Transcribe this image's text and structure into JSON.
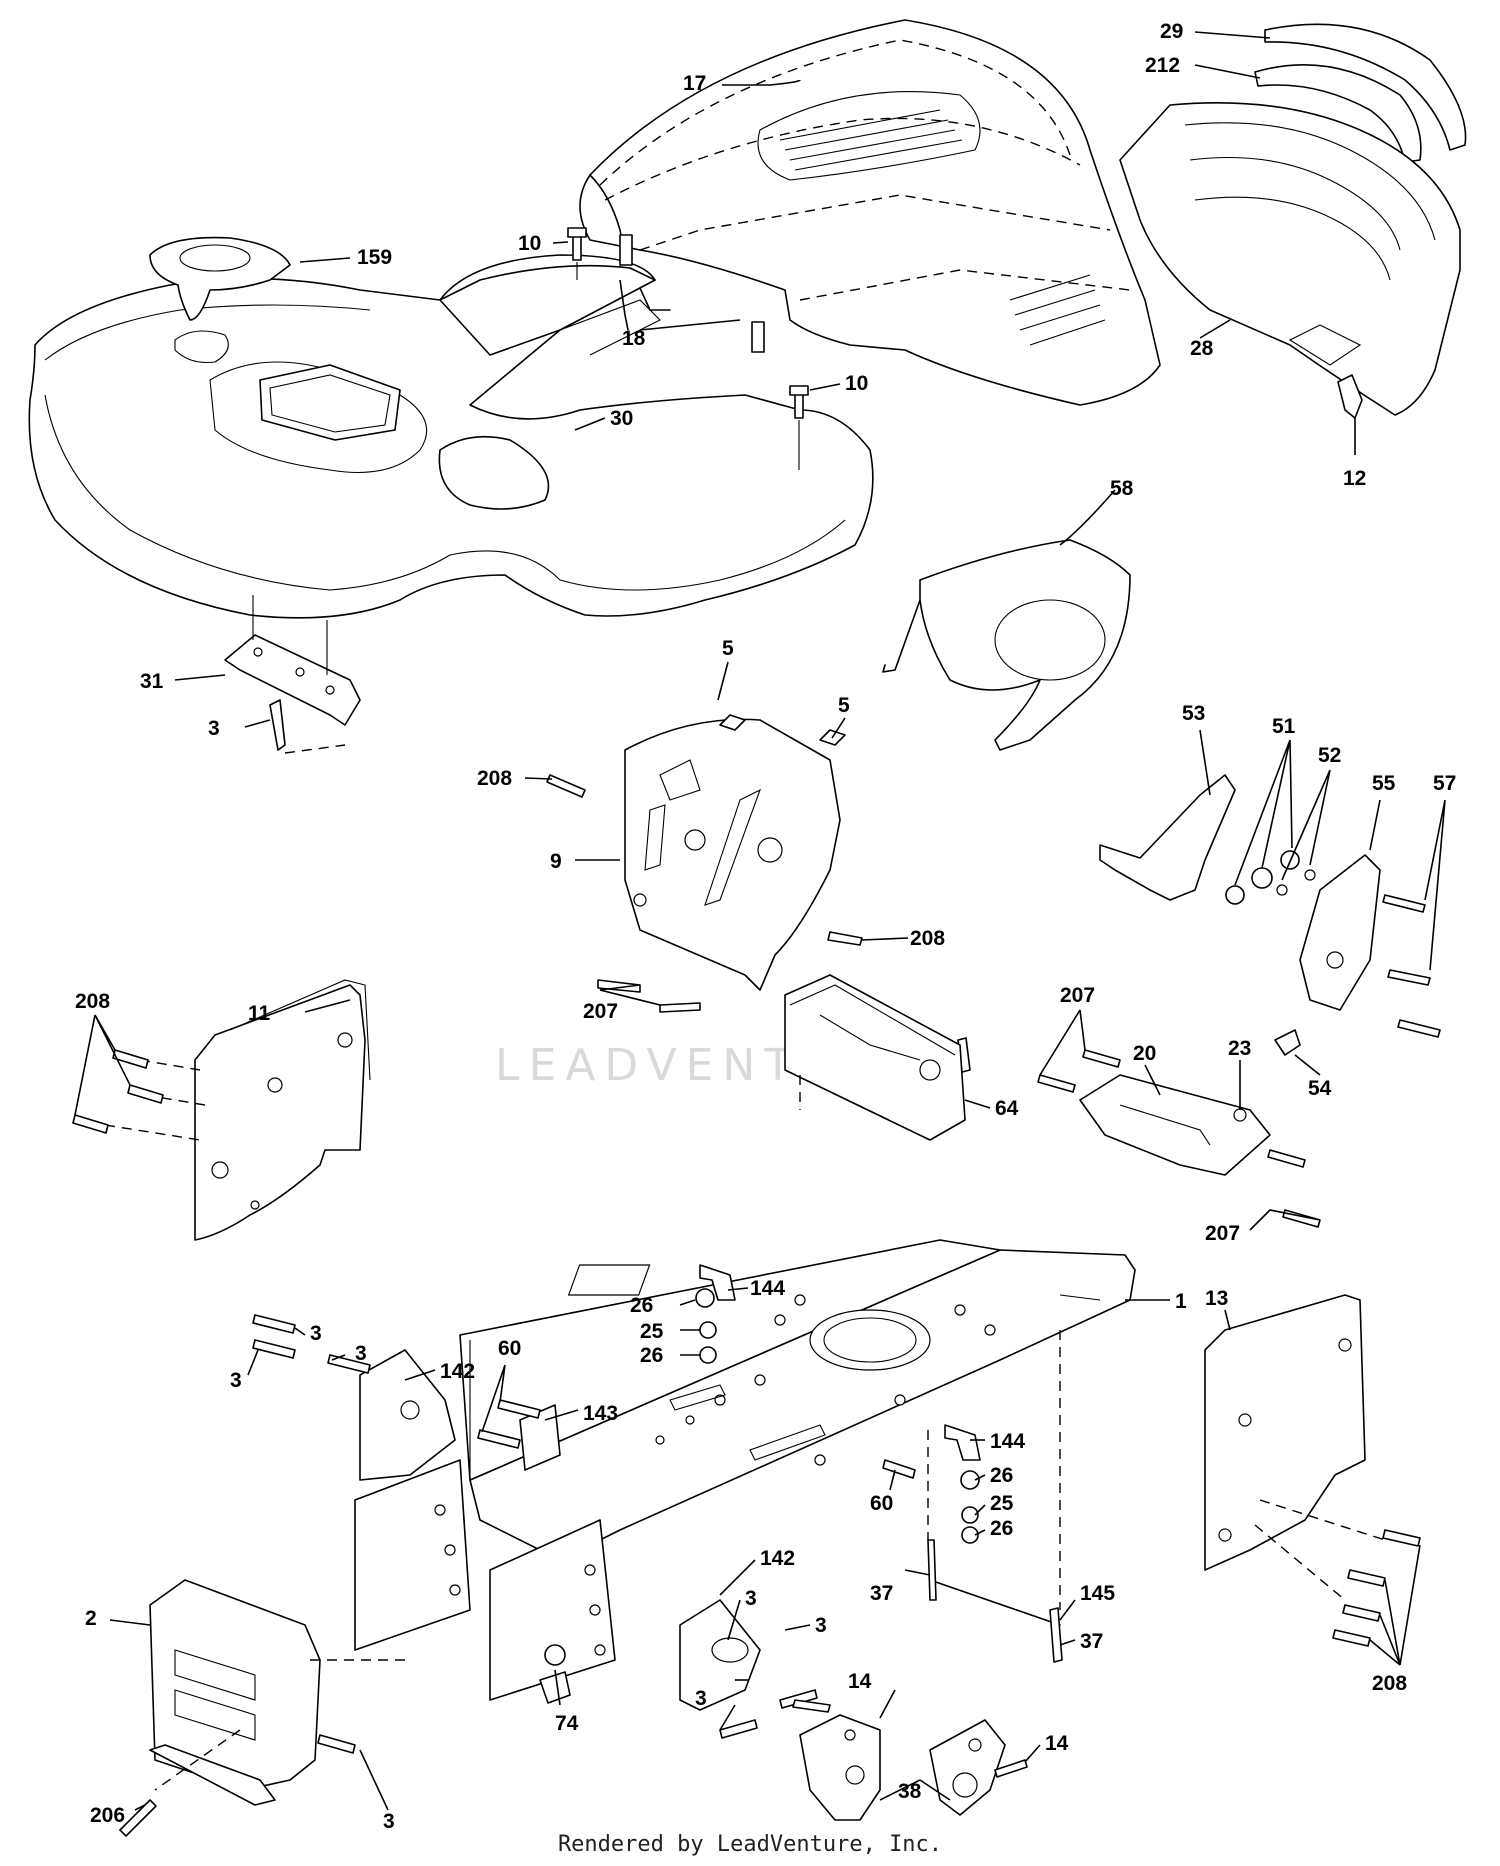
{
  "watermark": "LEADVENTURE",
  "footer": "Rendered by LeadVenture, Inc.",
  "callouts": [
    "17",
    "29",
    "212",
    "159",
    "10",
    "18",
    "28",
    "10",
    "30",
    "12",
    "58",
    "31",
    "3",
    "5",
    "5",
    "208",
    "53",
    "51",
    "52",
    "55",
    "57",
    "9",
    "208",
    "11",
    "208",
    "207",
    "207",
    "20",
    "23",
    "54",
    "64",
    "207",
    "144",
    "1",
    "26",
    "25",
    "26",
    "3",
    "3",
    "3",
    "142",
    "60",
    "143",
    "13",
    "144",
    "26",
    "60",
    "25",
    "26",
    "142",
    "3",
    "37",
    "145",
    "37",
    "3",
    "74",
    "3",
    "2",
    "14",
    "14",
    "208",
    "206",
    "3",
    "38"
  ]
}
